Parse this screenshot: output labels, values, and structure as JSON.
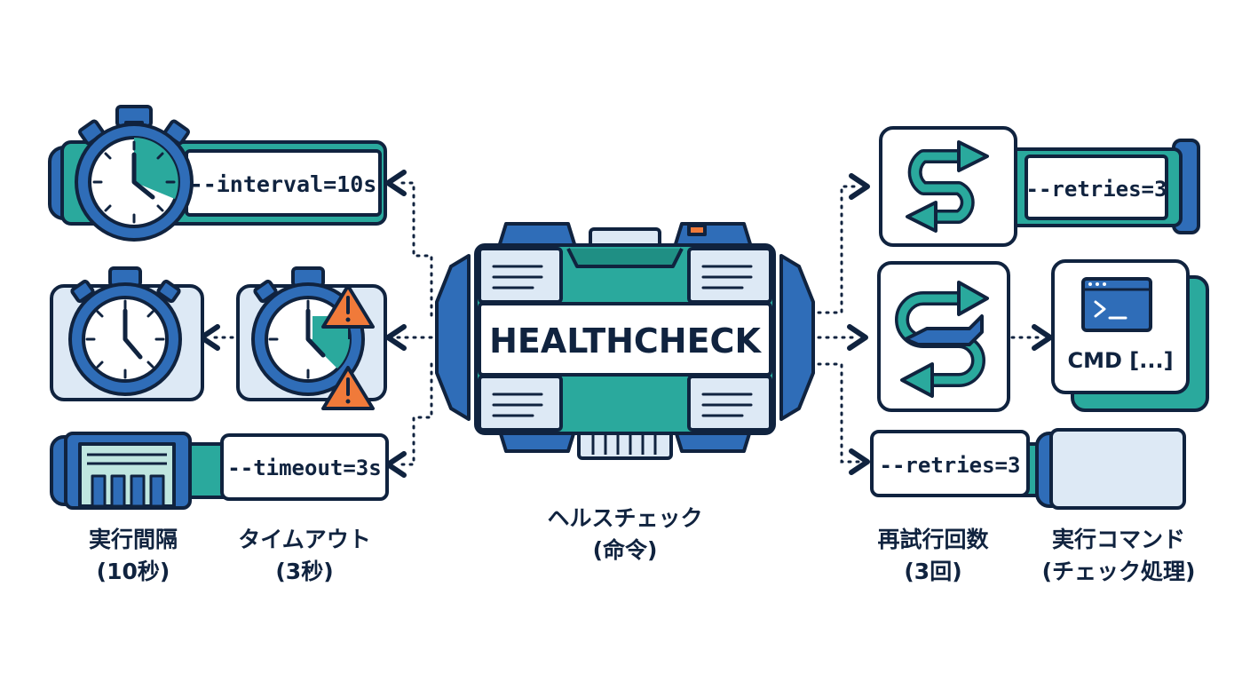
{
  "center": {
    "title": "HEALTHCHECK",
    "label": "ヘルスチェック",
    "sublabel": "(命令)"
  },
  "interval": {
    "param": "--interval=10s",
    "label": "実行間隔",
    "sublabel": "(10秒)"
  },
  "timeout": {
    "param": "--timeout=3s",
    "label": "タイムアウト",
    "sublabel": "(3秒)"
  },
  "retries": {
    "param_top": "--retries=3",
    "param_bottom": "--retries=3",
    "label": "再試行回数",
    "sublabel": "(3回)"
  },
  "command": {
    "text": "CMD [...]",
    "label": "実行コマンド",
    "sublabel": "(チェック処理)"
  },
  "colors": {
    "navy": "#10233f",
    "blue": "#2f6db8",
    "light_blue": "#dde9f5",
    "teal": "#2aa99d",
    "light_teal": "#bfe6e0",
    "orange": "#f07a3a"
  },
  "icons": [
    "stopwatch-icon",
    "warning-icon",
    "loop-arrows-icon",
    "terminal-icon",
    "server-icon"
  ]
}
